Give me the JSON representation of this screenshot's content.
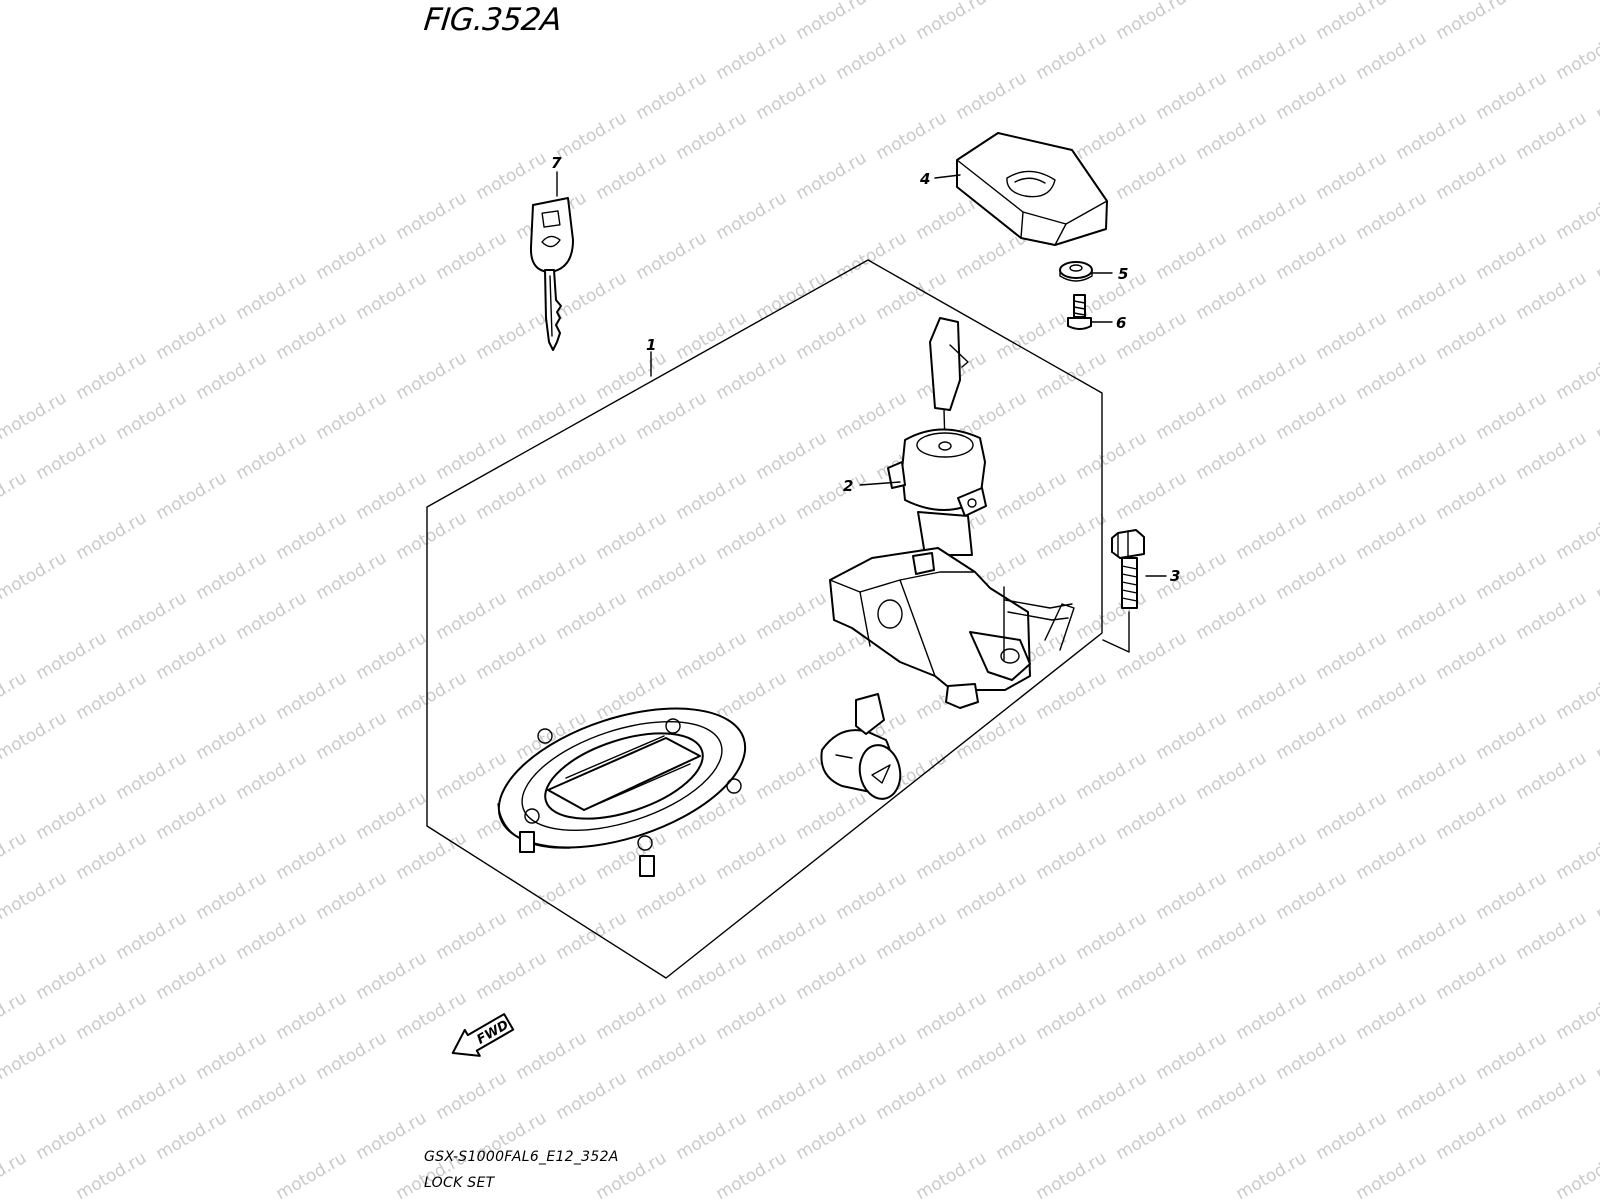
{
  "figure": {
    "title": "FIG.352A",
    "code": "GSX-S1000FAL6_E12_352A",
    "name": "LOCK SET"
  },
  "watermark": {
    "text": "motod.ru",
    "color": "#c9c9c9"
  },
  "direction_arrow": {
    "label": "FWD"
  },
  "parts": [
    {
      "ref": "1",
      "component": "lock-set-assembly"
    },
    {
      "ref": "2",
      "component": "ignition-switch"
    },
    {
      "ref": "3",
      "component": "security-bolt"
    },
    {
      "ref": "4",
      "component": "switch-cover"
    },
    {
      "ref": "5",
      "component": "washer"
    },
    {
      "ref": "6",
      "component": "screw"
    },
    {
      "ref": "7",
      "component": "blank-key"
    }
  ]
}
